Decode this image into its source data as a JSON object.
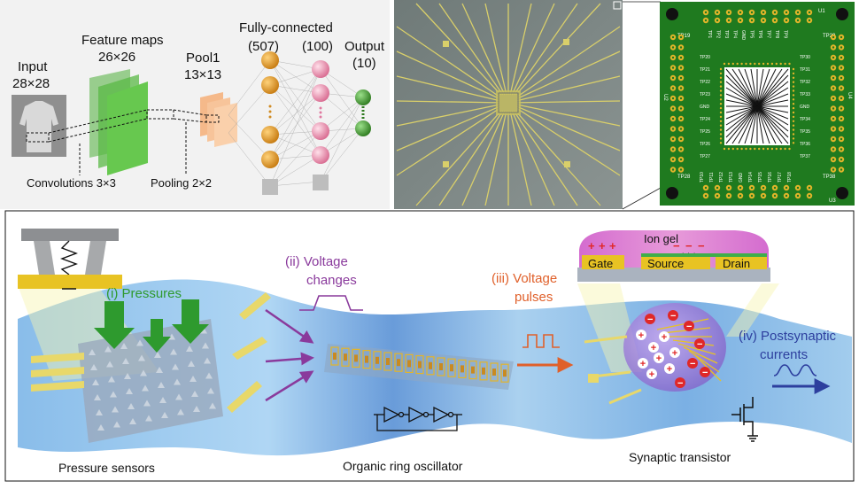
{
  "cnn": {
    "input_label": "Input",
    "input_dim": "28×28",
    "feature_maps_label": "Feature maps",
    "feature_maps_dim": "26×26",
    "pool_label": "Pool1",
    "pool_dim": "13×13",
    "fc_label": "Fully-connected",
    "fc1_count": "(507)",
    "fc2_count": "(100)",
    "output_label": "Output",
    "output_count": "(10)",
    "conv_caption": "Convolutions 3×3",
    "pool_caption": "Pooling 2×2"
  },
  "pcb": {
    "corner_labels": [
      "U1",
      "U2",
      "U3",
      "U4"
    ],
    "top_pads": [
      "TP1",
      "TP2",
      "TP3",
      "TP4",
      "GND",
      "TP5",
      "TP6",
      "TP7",
      "TP8",
      "TP9"
    ],
    "left_pads": [
      "TP20",
      "TP21",
      "TP22",
      "TP23",
      "GND",
      "TP24",
      "TP25",
      "TP26",
      "TP27"
    ],
    "right_pads": [
      "TP30",
      "TP31",
      "TP32",
      "TP33",
      "GND",
      "TP34",
      "TP35",
      "TP36",
      "TP37"
    ],
    "bottom_pads": [
      "TP10",
      "TP11",
      "TP12",
      "TP13",
      "GND",
      "TP14",
      "TP15",
      "TP16",
      "TP17",
      "TP18"
    ],
    "corner_pads": [
      "TP19",
      "TP29",
      "TP28",
      "TP38"
    ]
  },
  "schematic": {
    "pressures": "(i) Pressures",
    "voltage_changes_1": "(ii) Voltage",
    "voltage_changes_2": "changes",
    "voltage_pulses_1": "(iii) Voltage",
    "voltage_pulses_2": "pulses",
    "postsynaptic_1": "(iv) Postsynaptic",
    "postsynaptic_2": "currents",
    "ion_gel": "Ion gel",
    "gate": "Gate",
    "source": "Source",
    "drain": "Drain",
    "pressure_sensors": "Pressure sensors",
    "ring_oscillator": "Organic ring oscillator",
    "synaptic_transistor": "Synaptic transistor"
  },
  "colors": {
    "green_accent": "#2e9a2e",
    "purple_accent": "#8a3a9c",
    "orange_accent": "#e0602a",
    "blue_accent": "#2d3f9e",
    "pcb_green": "#1f7a1f"
  }
}
